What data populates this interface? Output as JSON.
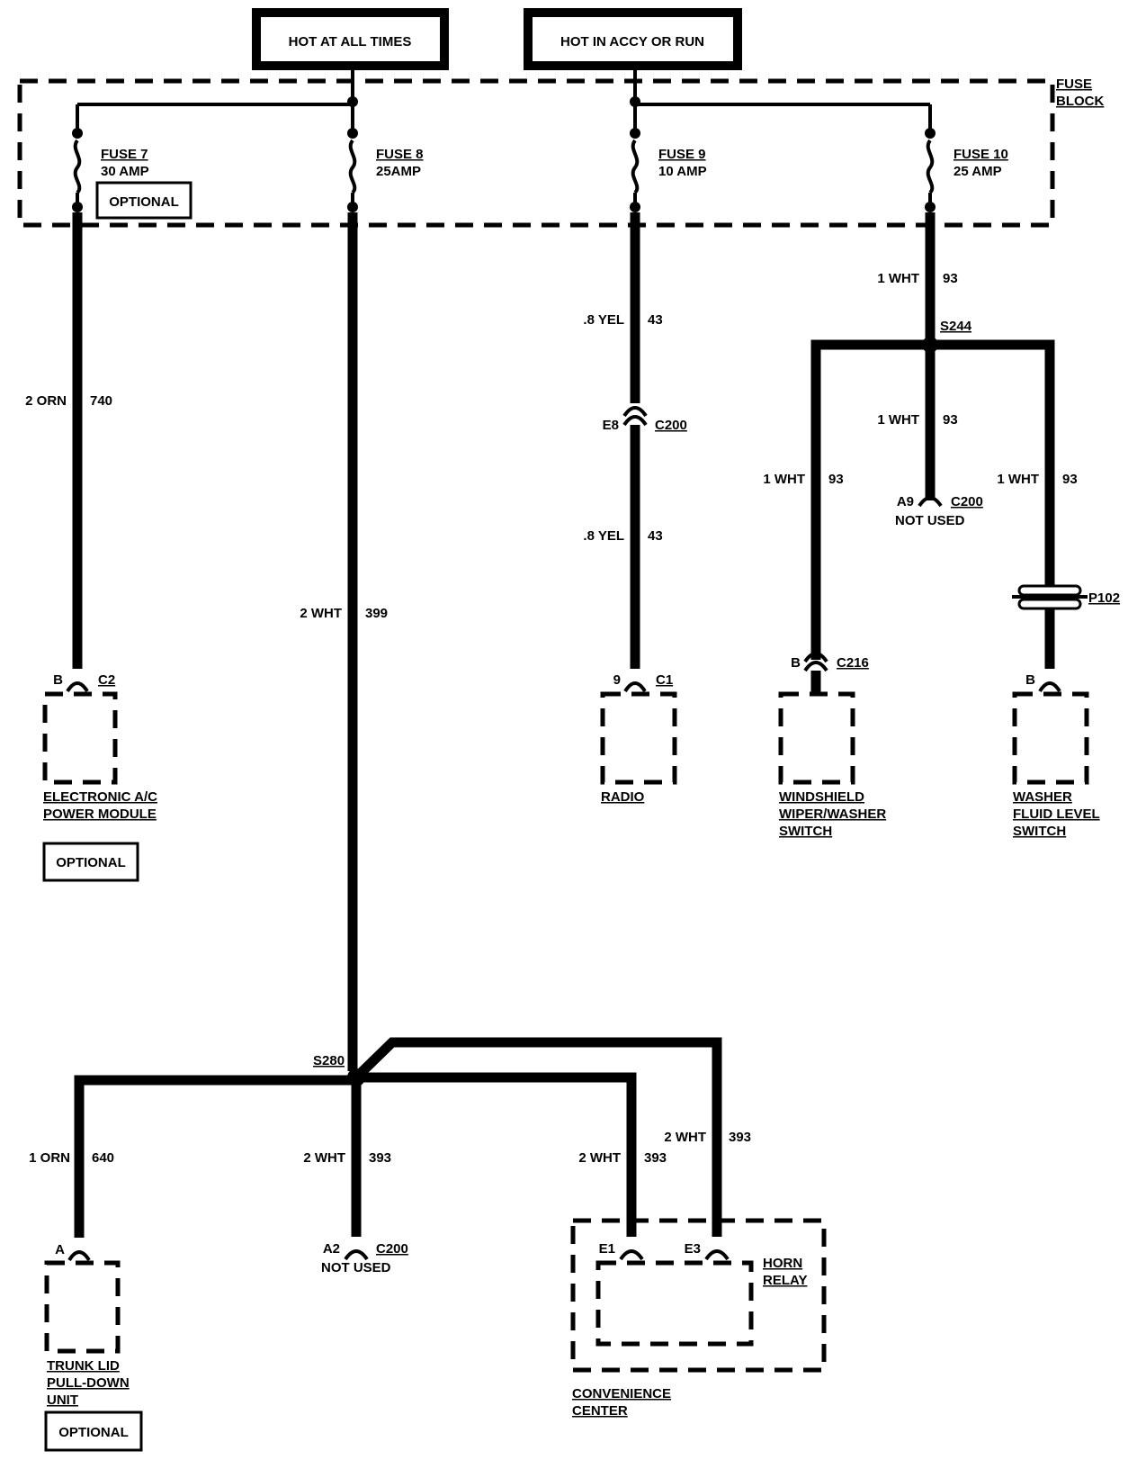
{
  "power_sources": {
    "hot_at_all_times": "HOT AT ALL TIMES",
    "hot_in_accy_or_run": "HOT IN ACCY OR RUN"
  },
  "fuse_block": {
    "label_line1": "FUSE",
    "label_line2": "BLOCK"
  },
  "fuses": {
    "fuse7": {
      "name": "FUSE 7",
      "rating": "30 AMP",
      "optional": "OPTIONAL"
    },
    "fuse8": {
      "name": "FUSE 8",
      "rating": "25AMP"
    },
    "fuse9": {
      "name": "FUSE 9",
      "rating": "10 AMP"
    },
    "fuse10": {
      "name": "FUSE 10",
      "rating": "25 AMP"
    }
  },
  "wires": {
    "w740": {
      "gauge_color": "2 ORN",
      "circuit": "740"
    },
    "w399": {
      "gauge_color": "2 WHT",
      "circuit": "399"
    },
    "w43a": {
      "gauge_color": ".8 YEL",
      "circuit": "43"
    },
    "w43b": {
      "gauge_color": ".8 YEL",
      "circuit": "43"
    },
    "w93a": {
      "gauge_color": "1 WHT",
      "circuit": "93"
    },
    "w93b": {
      "gauge_color": "1 WHT",
      "circuit": "93"
    },
    "w93c": {
      "gauge_color": "1 WHT",
      "circuit": "93"
    },
    "w93d": {
      "gauge_color": "1 WHT",
      "circuit": "93"
    },
    "w640": {
      "gauge_color": "1 ORN",
      "circuit": "640"
    },
    "w393a": {
      "gauge_color": "2 WHT",
      "circuit": "393"
    },
    "w393b": {
      "gauge_color": "2 WHT",
      "circuit": "393"
    },
    "w393c": {
      "gauge_color": "2 WHT",
      "circuit": "393"
    }
  },
  "splices": {
    "s244": "S244",
    "s280": "S280"
  },
  "connectors": {
    "e8": {
      "pin": "E8",
      "name": "C200"
    },
    "a9": {
      "pin": "A9",
      "name": "C200",
      "note": "NOT USED"
    },
    "p102": {
      "name": "P102"
    },
    "c216": {
      "pin": "B",
      "name": "C216"
    },
    "c2": {
      "pin": "B",
      "name": "C2"
    },
    "c1": {
      "pin": "9",
      "name": "C1"
    },
    "washer_pin": {
      "pin": "B"
    },
    "trunk_pin": {
      "pin": "A"
    },
    "a2": {
      "pin": "A2",
      "name": "C200",
      "note": "NOT USED"
    },
    "e1": {
      "pin": "E1"
    },
    "e3": {
      "pin": "E3"
    }
  },
  "components": {
    "ac_module": {
      "line1": "ELECTRONIC A/C",
      "line2": "POWER MODULE",
      "optional": "OPTIONAL"
    },
    "radio": {
      "line1": "RADIO"
    },
    "wiper": {
      "line1": "WINDSHIELD",
      "line2": "WIPER/WASHER",
      "line3": "SWITCH"
    },
    "washer": {
      "line1": "WASHER",
      "line2": "FLUID LEVEL",
      "line3": "SWITCH"
    },
    "trunk": {
      "line1": "TRUNK LID",
      "line2": "PULL-DOWN",
      "line3": "UNIT",
      "optional": "OPTIONAL"
    },
    "horn_relay": {
      "line1": "HORN",
      "line2": "RELAY"
    },
    "convenience": {
      "line1": "CONVENIENCE",
      "line2": "CENTER"
    }
  }
}
